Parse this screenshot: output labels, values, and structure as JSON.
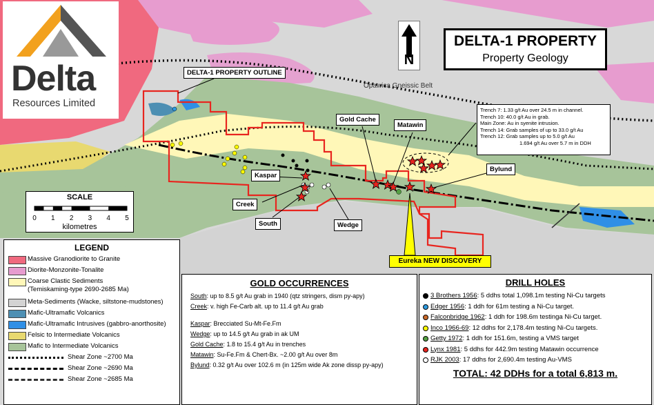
{
  "title": {
    "main": "DELTA-1 PROPERTY",
    "sub": "Property Geology"
  },
  "logo": {
    "word": "Delta",
    "sub": "Resources Limited"
  },
  "north": {
    "label": "N"
  },
  "map_labels": {
    "outline": "DELTA-1 PROPERTY OUTLINE",
    "belt": "Opawica Gneissic Belt",
    "gold_cache": "Gold Cache",
    "matawin": "Matawin",
    "kaspar": "Kaspar",
    "creek": "Creek",
    "south": "South",
    "wedge": "Wedge",
    "bylund": "Bylund",
    "eureka": "Eureka NEW DISCOVERY"
  },
  "trench_notes": [
    "Trench 7: 1.33 g/t Au over 24.5 m in channel.",
    "Trench 10: 40.0 g/t Au in grab.",
    "Main Zone: Au in syenite intrusion.",
    "Trench 14: Grab samples of up to 33.0 g/t Au",
    "Trench 12: Grab samples up to 5.0 g/t Au",
    "1.694 g/t Au over 5.7 m in DDH"
  ],
  "scale": {
    "title": "SCALE",
    "ticks": [
      "0",
      "1",
      "2",
      "3",
      "4",
      "5"
    ],
    "unit": "kilometres"
  },
  "legend": {
    "title": "LEGEND",
    "units": [
      {
        "label": "Massive Granodiorite to Granite",
        "color": "#f0697f"
      },
      {
        "label": "Diorite-Monzonite-Tonalite",
        "color": "#e79ccf"
      },
      {
        "label": "Coarse Clastic Sediments",
        "sub": "(Temiskaming-type 2690-2685 Ma)",
        "color": "#fff7b8"
      },
      {
        "label": "Meta-Sediments (Wacke, siltstone-mudstones)",
        "color": "#d3d3d3"
      },
      {
        "label": "Mafic-Ultramafic Volcanics",
        "color": "#4d8fb3"
      },
      {
        "label": "Mafic-Ultramafic Intrusives (gabbro-anorthosite)",
        "color": "#2f8fe6"
      },
      {
        "label": "Felsic to Intermediate Volcanics",
        "color": "#e8d970"
      },
      {
        "label": "Mafic to Intermediate Volcanics",
        "color": "#a7c49a"
      }
    ],
    "shear_zones": [
      "Shear Zone ~2700 Ma",
      "Shear Zone ~2690 Ma",
      "Shear Zone ~2685 Ma"
    ]
  },
  "gold_occurrences": {
    "title": "GOLD OCCURRENCES",
    "items": [
      {
        "name": "South",
        "text": ": up to 8.5 g/t Au grab in 1940 (qtz stringers, dism py-apy)"
      },
      {
        "name": "Creek",
        "text": ": v. high Fe-Carb alt. up to 11.4 g/t Au grab"
      },
      {
        "name": "Kaspar",
        "text": ": Brecciated Su-Mt-Fe.Fm"
      },
      {
        "name": "Wedge",
        "text": ": up to 14.5 g/t Au grab in ak UM"
      },
      {
        "name": "Gold Cache",
        "text": ": 1.8 to 15.4 g/t Au in trenches"
      },
      {
        "name": "Matawin",
        "text": ": Su-Fe.Fm & Chert-Bx. ~2.00 g/t Au over 8m"
      },
      {
        "name": "Bylund",
        "text": ": 0.32 g/t Au over 102.6 m (in 125m wide Ak zone dissp py-apy)"
      }
    ]
  },
  "drill_holes": {
    "title": "DRILL HOLES",
    "items": [
      {
        "name": "3 Brothers 1956",
        "text": ": 5 ddhs total 1,098.1m testing Ni-Cu targets",
        "color": "#000000"
      },
      {
        "name": "Edger 1956",
        "text": ": 1 ddh for 61m testing a Ni-Cu target.",
        "color": "#2f9be0"
      },
      {
        "name": "Falconbridge 1962",
        "text": ": 1 ddh for 198.6m testinga Ni-Cu target.",
        "color": "#c96a2a"
      },
      {
        "name": "Inco 1966-69",
        "text": ": 12 ddhs for 2,178.4m testing Ni-Cu targets.",
        "color": "#ffff00"
      },
      {
        "name": "Getty 1972",
        "text": ": 1 ddh for 151.6m, testing a VMS target",
        "color": "#55a043"
      },
      {
        "name": "Lynx 1981",
        "text": ": 5 ddhs for 442.9m testing Matawin occurrence",
        "color": "#e8251f"
      },
      {
        "name": "RJK 2003",
        "text": ": 17 ddhs for 2,690.4m testing Au-VMS",
        "color": "#ffffff"
      }
    ],
    "total": "TOTAL: 42 DDHs for a total 6,813 m."
  }
}
